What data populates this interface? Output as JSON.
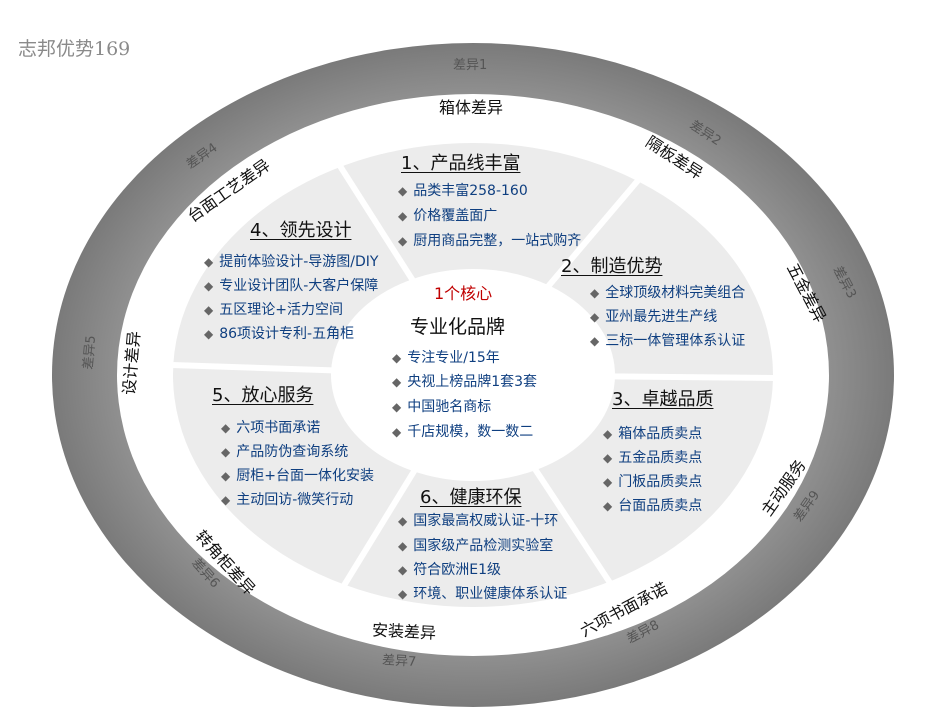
{
  "watermark": "志邦优势169",
  "colors": {
    "outer_ring": "#8c8c8c",
    "sector": "#ececec",
    "center": "#ffffff",
    "item_text": "#0f3f80",
    "core_red": "#c00000"
  },
  "outer_ring": [
    {
      "name": "箱体差异",
      "tag": "差异1"
    },
    {
      "name": "隔板差异",
      "tag": "差异2"
    },
    {
      "name": "五金差异",
      "tag": "差异3"
    },
    {
      "name": "台面工艺差异",
      "tag": "差异4"
    },
    {
      "name": "设计差异",
      "tag": "差异5"
    },
    {
      "name": "转角柜差异",
      "tag": "差异6"
    },
    {
      "name": "安装差异",
      "tag": "差异7"
    },
    {
      "name": "六项书面承诺",
      "tag": "差异8"
    },
    {
      "name": "主动服务",
      "tag": "差异9"
    }
  ],
  "center": {
    "badge": "1个核心",
    "title": "专业化品牌",
    "items": [
      "专注专业/15年",
      "央视上榜品牌1套3套",
      "中国驰名商标",
      "千店规模，数一数二"
    ]
  },
  "sections": [
    {
      "title": "1、产品线丰富",
      "items": [
        "品类丰富258-160",
        "价格覆盖面广",
        "厨用商品完整，一站式购齐"
      ]
    },
    {
      "title": "2、制造优势",
      "items": [
        "全球顶级材料完美组合",
        "亚州最先进生产线",
        "三标一体管理体系认证"
      ]
    },
    {
      "title": "3、卓越品质",
      "items": [
        "箱体品质卖点",
        "五金品质卖点",
        "门板品质卖点",
        "台面品质卖点"
      ]
    },
    {
      "title": "4、领先设计",
      "items": [
        "提前体验设计-导游图/DIY",
        "专业设计团队-大客户保障",
        "五区理论+活力空间",
        "86项设计专利-五角柜"
      ]
    },
    {
      "title": "5、放心服务",
      "items": [
        "六项书面承诺",
        "产品防伪查询系统",
        "厨柜+台面一体化安装",
        "主动回访-微笑行动"
      ]
    },
    {
      "title": "6、健康环保",
      "items": [
        "国家最高权威认证-十环",
        "国家级产品检测实验室",
        "符合欧洲E1级",
        "环境、职业健康体系认证"
      ]
    }
  ]
}
